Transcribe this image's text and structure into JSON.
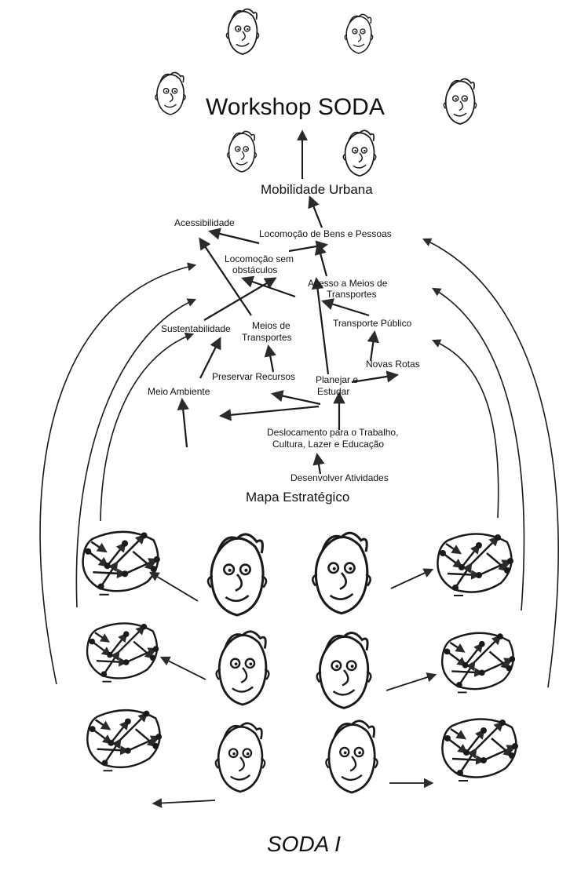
{
  "title": "Workshop SODA",
  "caption": "SODA I",
  "map_title": "Mapa Estratégico",
  "colors": {
    "ink": "#1a1a1a",
    "arrow": "#2b2b2b"
  },
  "nodes": {
    "mobilidade": "Mobilidade Urbana",
    "acessibilidade": "Acessibilidade",
    "locomocao_bens": "Locomoção de Bens e Pessoas",
    "locomocao_sem_1": "Locomoção sem",
    "locomocao_sem_2": "obstáculos",
    "acesso_1": "Acesso a Meios de",
    "acesso_2": "Transportes",
    "transporte_publico": "Transporte Público",
    "sustentabilidade": "Sustentabilidade",
    "meios_1": "Meios de",
    "meios_2": "Transportes",
    "novas_rotas": "Novas Rotas",
    "preservar": "Preservar Recursos",
    "planejar_1": "Planejar e",
    "planejar_2": "Estudar",
    "meio_ambiente": "Meio Ambiente",
    "deslocamento_1": "Deslocamento para o Trabalho,",
    "deslocamento_2": "Cultura, Lazer e Educação",
    "desenvolver": "Desenvolver Atividades"
  },
  "icons": {
    "face": "cartoon-face-icon",
    "cognitive_map": "cognitive-map-icon"
  }
}
